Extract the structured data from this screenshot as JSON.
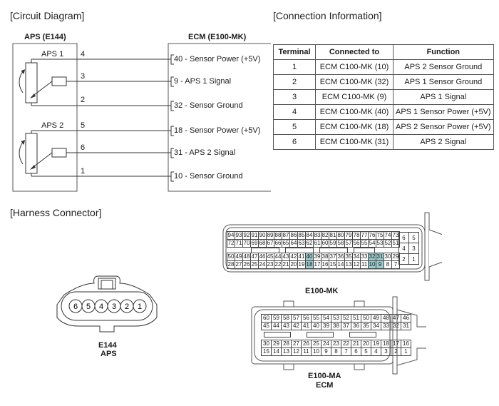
{
  "sections": {
    "circuit": "[Circuit Diagram]",
    "connection": "[Connection Information]",
    "harness": "[Harness Connector]"
  },
  "circuit": {
    "left_component": "APS (E144)",
    "right_component": "ECM (E100-MK)",
    "sensors": [
      {
        "name": "APS 1",
        "pins": [
          "4",
          "3",
          "2"
        ]
      },
      {
        "name": "APS 2",
        "pins": [
          "5",
          "6",
          "1"
        ]
      }
    ],
    "ecm_terminals": [
      {
        "pin": "40",
        "label": "40 - Sensor Power (+5V)"
      },
      {
        "pin": "9",
        "label": "9 - APS 1 Signal"
      },
      {
        "pin": "32",
        "label": "32 - Sensor Ground"
      },
      {
        "pin": "18",
        "label": "18 - Sensor Power (+5V)"
      },
      {
        "pin": "31",
        "label": "31 - APS 2 Signal"
      },
      {
        "pin": "10",
        "label": "10 - Sensor Ground"
      }
    ]
  },
  "connection_table": {
    "headers": [
      "Terminal",
      "Connected to",
      "Function"
    ],
    "rows": [
      [
        "1",
        "ECM C100-MK (10)",
        "APS 2 Sensor Ground"
      ],
      [
        "2",
        "ECM C100-MK (32)",
        "APS 1 Sensor Ground"
      ],
      [
        "3",
        "ECM C100-MK (9)",
        "APS 1 Signal"
      ],
      [
        "4",
        "ECM C100-MK (40)",
        "APS 1 Sensor Power (+5V)"
      ],
      [
        "5",
        "ECM C100-MK (18)",
        "APS 2 Sensor Power (+5V)"
      ],
      [
        "6",
        "ECM C100-MK (31)",
        "APS 2 Signal"
      ]
    ]
  },
  "harness": {
    "aps_connector": {
      "pins": [
        "6",
        "5",
        "4",
        "3",
        "2",
        "1"
      ],
      "label_line1": "E144",
      "label_line2": "APS"
    },
    "ecm_mk": {
      "label": "E100-MK",
      "highlight_color": "#9cc9cc",
      "highlighted_pins": [
        "40",
        "18",
        "32",
        "31",
        "10",
        "9"
      ],
      "rows": [
        [
          "94",
          "93",
          "92",
          "91",
          "90",
          "89",
          "88",
          "87",
          "86",
          "85",
          "84",
          "83",
          "82",
          "81",
          "80",
          "79",
          "78",
          "77",
          "76",
          "75",
          "74",
          "73"
        ],
        [
          "72",
          "71",
          "70",
          "69",
          "68",
          "67",
          "66",
          "65",
          "64",
          "63",
          "62",
          "61",
          "60",
          "59",
          "58",
          "57",
          "56",
          "55",
          "54",
          "53",
          "52",
          "51"
        ],
        [
          "50",
          "49",
          "48",
          "47",
          "46",
          "45",
          "44",
          "43",
          "42",
          "41",
          "40",
          "39",
          "38",
          "37",
          "36",
          "35",
          "34",
          "33",
          "32",
          "31",
          "30",
          "29"
        ],
        [
          "28",
          "27",
          "26",
          "25",
          "24",
          "23",
          "22",
          "21",
          "20",
          "19",
          "18",
          "17",
          "16",
          "15",
          "14",
          "13",
          "12",
          "11",
          "10",
          "9",
          "8",
          "7"
        ]
      ],
      "aux_rows": [
        [
          "6",
          "5"
        ],
        [
          "4",
          "3"
        ],
        [
          "2",
          "1"
        ]
      ]
    },
    "ecm_ma": {
      "label_line1": "E100-MA",
      "label_line2": "ECM",
      "rows": [
        [
          "60",
          "59",
          "58",
          "57",
          "56",
          "55",
          "54",
          "53",
          "52",
          "51",
          "50",
          "49",
          "48",
          "47",
          "46"
        ],
        [
          "45",
          "44",
          "43",
          "42",
          "41",
          "40",
          "39",
          "38",
          "37",
          "36",
          "35",
          "34",
          "33",
          "32",
          "31"
        ],
        [
          "30",
          "29",
          "28",
          "27",
          "26",
          "25",
          "24",
          "23",
          "22",
          "21",
          "20",
          "19",
          "18",
          "17",
          "16"
        ],
        [
          "15",
          "14",
          "13",
          "12",
          "11",
          "10",
          "9",
          "8",
          "7",
          "6",
          "5",
          "4",
          "3",
          "2",
          "1"
        ]
      ]
    }
  }
}
